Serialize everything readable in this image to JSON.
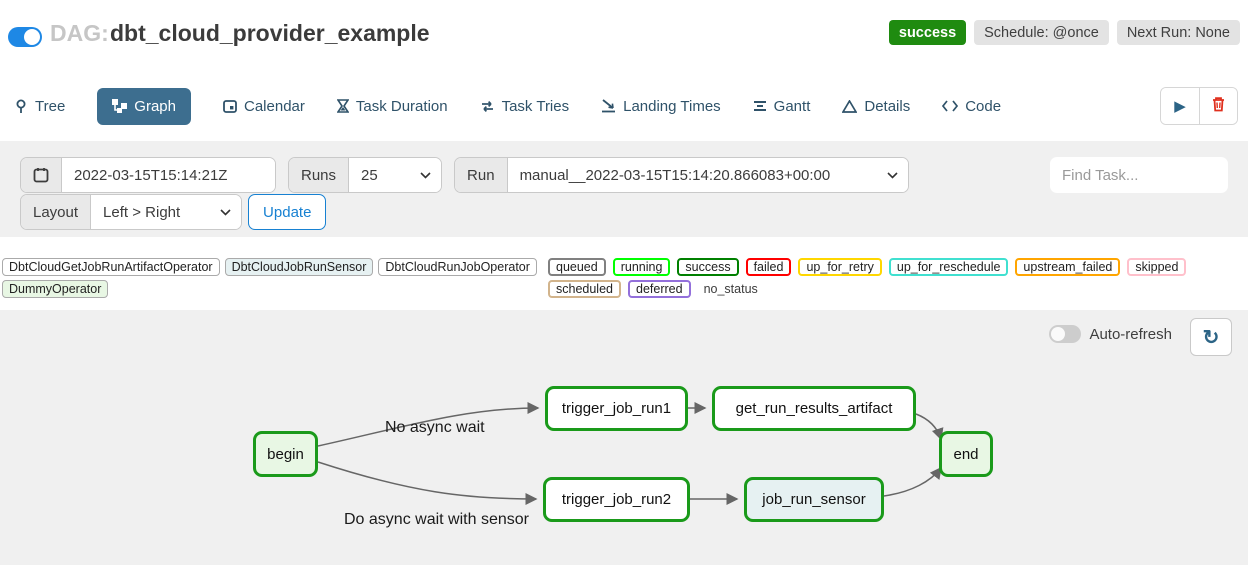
{
  "header": {
    "dag_prefix": "DAG:",
    "dag_title": "dbt_cloud_provider_example",
    "badges": {
      "status": "success",
      "schedule": "Schedule: @once",
      "next_run": "Next Run: None"
    }
  },
  "tabs": [
    {
      "label": "Tree"
    },
    {
      "label": "Graph"
    },
    {
      "label": "Calendar"
    },
    {
      "label": "Task Duration"
    },
    {
      "label": "Task Tries"
    },
    {
      "label": "Landing Times"
    },
    {
      "label": "Gantt"
    },
    {
      "label": "Details"
    },
    {
      "label": "Code"
    }
  ],
  "filters": {
    "base_date": "2022-03-15T15:14:21Z",
    "runs_label": "Runs",
    "runs_value": "25",
    "run_label": "Run",
    "run_value": "manual__2022-03-15T15:14:20.866083+00:00",
    "find_task_placeholder": "Find Task...",
    "layout_label": "Layout",
    "layout_value": "Left > Right",
    "update_label": "Update"
  },
  "legend": {
    "operators": [
      {
        "label": "DbtCloudGetJobRunArtifactOperator",
        "bg": "#ffffff"
      },
      {
        "label": "DbtCloudJobRunSensor",
        "bg": "#e6f1f2"
      },
      {
        "label": "DbtCloudRunJobOperator",
        "bg": "#ffffff"
      },
      {
        "label": "DummyOperator",
        "bg": "#e8f7e4"
      }
    ],
    "statuses": [
      {
        "label": "queued",
        "color": "gray"
      },
      {
        "label": "running",
        "color": "lime"
      },
      {
        "label": "success",
        "color": "green"
      },
      {
        "label": "failed",
        "color": "red"
      },
      {
        "label": "up_for_retry",
        "color": "gold"
      },
      {
        "label": "up_for_reschedule",
        "color": "turquoise"
      },
      {
        "label": "upstream_failed",
        "color": "orange"
      },
      {
        "label": "skipped",
        "color": "pink"
      },
      {
        "label": "scheduled",
        "color": "tan"
      },
      {
        "label": "deferred",
        "color": "mediumpurple"
      }
    ],
    "no_status_label": "no_status"
  },
  "graph": {
    "auto_refresh_label": "Auto-refresh",
    "nodes": [
      {
        "id": "begin",
        "label": "begin",
        "fill": "#e8f7e4"
      },
      {
        "id": "trigger_job_run1",
        "label": "trigger_job_run1",
        "fill": "#ffffff"
      },
      {
        "id": "get_run_results_artifact",
        "label": "get_run_results_artifact",
        "fill": "#ffffff"
      },
      {
        "id": "end",
        "label": "end",
        "fill": "#e8f7e4"
      },
      {
        "id": "trigger_job_run2",
        "label": "trigger_job_run2",
        "fill": "#ffffff"
      },
      {
        "id": "job_run_sensor",
        "label": "job_run_sensor",
        "fill": "#e6f1f2"
      }
    ],
    "edge_labels": [
      {
        "text": "No async wait"
      },
      {
        "text": "Do async wait with sensor"
      }
    ]
  }
}
